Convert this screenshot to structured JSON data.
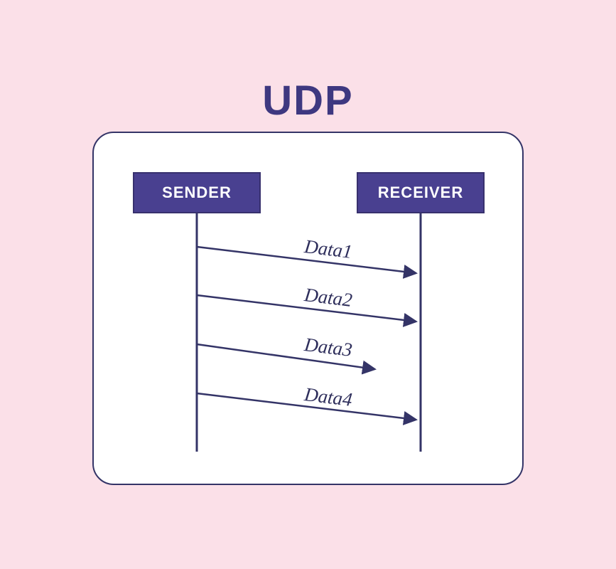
{
  "title": "UDP",
  "colors": {
    "background": "#FBE0E8",
    "card_background": "#FFFFFF",
    "line": "#343467",
    "actor_fill": "#494090",
    "actor_text": "#FFFFFF",
    "title_text": "#3E3880",
    "message_label_text": "#2F2F5C"
  },
  "diagram": {
    "sender_label": "SENDER",
    "receiver_label": "RECEIVER",
    "messages": [
      {
        "label": "Data1"
      },
      {
        "label": "Data2"
      },
      {
        "label": "Data3"
      },
      {
        "label": "Data4"
      }
    ]
  }
}
